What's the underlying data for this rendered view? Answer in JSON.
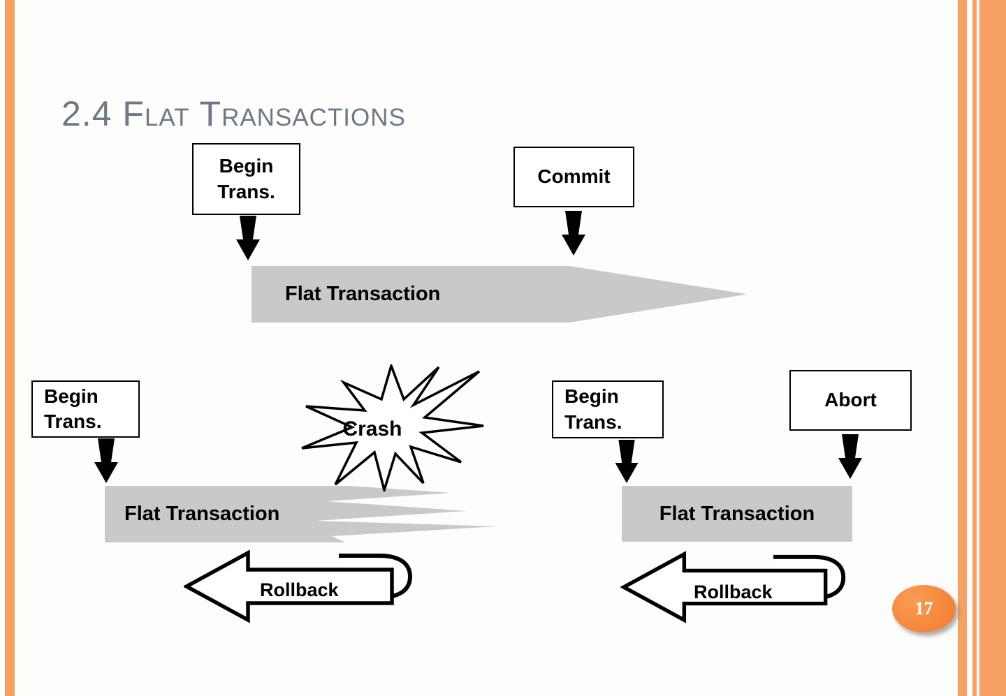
{
  "slide": {
    "title": "2.4 Flat Transactions",
    "page_number": "17"
  },
  "top_diagram": {
    "begin_box_label": "Begin\nTrans.",
    "commit_box_label": "Commit",
    "bar_label": "Flat Transaction"
  },
  "crash_diagram": {
    "begin_box_label": "Begin\nTrans.",
    "crash_label": "Crash",
    "bar_label": "Flat Transaction",
    "rollback_label": "Rollback"
  },
  "abort_diagram": {
    "begin_box_label": "Begin\nTrans.",
    "abort_box_label": "Abort",
    "bar_label": "Flat Transaction",
    "rollback_label": "Rollback"
  },
  "colors": {
    "stripe_orange": "#F7A065",
    "bar_gray": "#C9C9C9",
    "title_gray": "#6E7887",
    "badge_orange": "#F27A2B"
  }
}
